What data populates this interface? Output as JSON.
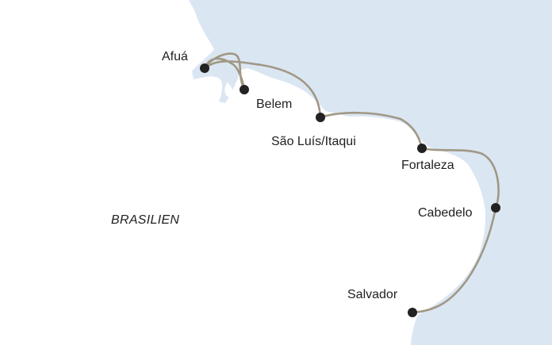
{
  "map": {
    "region_label": "BRASILIEN",
    "colors": {
      "ocean": "#dbe6f3",
      "land": "#ffffff",
      "route": "#a09885",
      "port_marker": "#222222",
      "text": "#1f1f1f"
    },
    "ports": [
      {
        "id": "afua",
        "name": "Afuá"
      },
      {
        "id": "belem",
        "name": "Belem"
      },
      {
        "id": "sao-luis",
        "name": "São Luís/Itaqui"
      },
      {
        "id": "fortaleza",
        "name": "Fortaleza"
      },
      {
        "id": "cabedelo",
        "name": "Cabedelo"
      },
      {
        "id": "salvador",
        "name": "Salvador"
      }
    ],
    "route_order": [
      "afua",
      "belem",
      "afua",
      "sao-luis",
      "fortaleza",
      "cabedelo",
      "salvador"
    ]
  }
}
